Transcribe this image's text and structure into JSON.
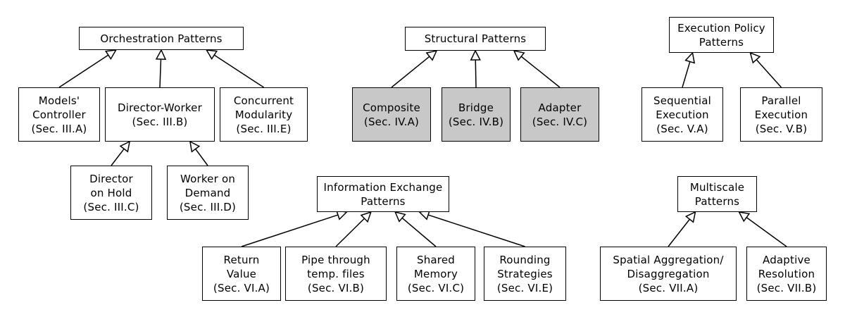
{
  "colors": {
    "line": "#000000",
    "box_fill": "#ffffff",
    "shaded_fill": "#c8c8c8"
  },
  "nodes": {
    "orch": {
      "lines": [
        "Orchestration Patterns"
      ]
    },
    "models": {
      "lines": [
        "Models'",
        "Controller",
        "(Sec. III.A)"
      ]
    },
    "director": {
      "lines": [
        "Director-Worker",
        "(Sec. III.B)"
      ]
    },
    "concurrent": {
      "lines": [
        "Concurrent",
        "Modularity",
        "(Sec. III.E)"
      ]
    },
    "dirhold": {
      "lines": [
        "Director",
        "on Hold",
        "(Sec. III.C)"
      ]
    },
    "worker": {
      "lines": [
        "Worker on",
        "Demand",
        "(Sec. III.D)"
      ]
    },
    "struct": {
      "lines": [
        "Structural Patterns"
      ]
    },
    "composite": {
      "lines": [
        "Composite",
        "(Sec. IV.A)"
      ],
      "shaded": true
    },
    "bridge": {
      "lines": [
        "Bridge",
        "(Sec. IV.B)"
      ],
      "shaded": true
    },
    "adapter": {
      "lines": [
        "Adapter",
        "(Sec. IV.C)"
      ],
      "shaded": true
    },
    "exec": {
      "lines": [
        "Execution Policy",
        "Patterns"
      ]
    },
    "seq": {
      "lines": [
        "Sequential",
        "Execution",
        "(Sec. V.A)"
      ]
    },
    "par": {
      "lines": [
        "Parallel",
        "Execution",
        "(Sec. V.B)"
      ]
    },
    "info": {
      "lines": [
        "Information Exchange",
        "Patterns"
      ]
    },
    "ret": {
      "lines": [
        "Return",
        "Value",
        "(Sec. VI.A)"
      ]
    },
    "pipe": {
      "lines": [
        "Pipe through",
        "temp. files",
        "(Sec. VI.B)"
      ]
    },
    "shared": {
      "lines": [
        "Shared",
        "Memory",
        "(Sec. VI.C)"
      ]
    },
    "round": {
      "lines": [
        "Rounding",
        "Strategies",
        "(Sec. VI.E)"
      ]
    },
    "multi": {
      "lines": [
        "Multiscale",
        "Patterns"
      ]
    },
    "spatial": {
      "lines": [
        "Spatial Aggregation/",
        "Disaggregation",
        "(Sec. VII.A)"
      ]
    },
    "adaptive": {
      "lines": [
        "Adaptive",
        "Resolution",
        "(Sec. VII.B)"
      ]
    }
  },
  "edges": [
    [
      "models",
      "orch"
    ],
    [
      "director",
      "orch"
    ],
    [
      "concurrent",
      "orch"
    ],
    [
      "dirhold",
      "director"
    ],
    [
      "worker",
      "director"
    ],
    [
      "composite",
      "struct"
    ],
    [
      "bridge",
      "struct"
    ],
    [
      "adapter",
      "struct"
    ],
    [
      "seq",
      "exec"
    ],
    [
      "par",
      "exec"
    ],
    [
      "ret",
      "info"
    ],
    [
      "pipe",
      "info"
    ],
    [
      "shared",
      "info"
    ],
    [
      "round",
      "info"
    ],
    [
      "spatial",
      "multi"
    ],
    [
      "adaptive",
      "multi"
    ]
  ]
}
